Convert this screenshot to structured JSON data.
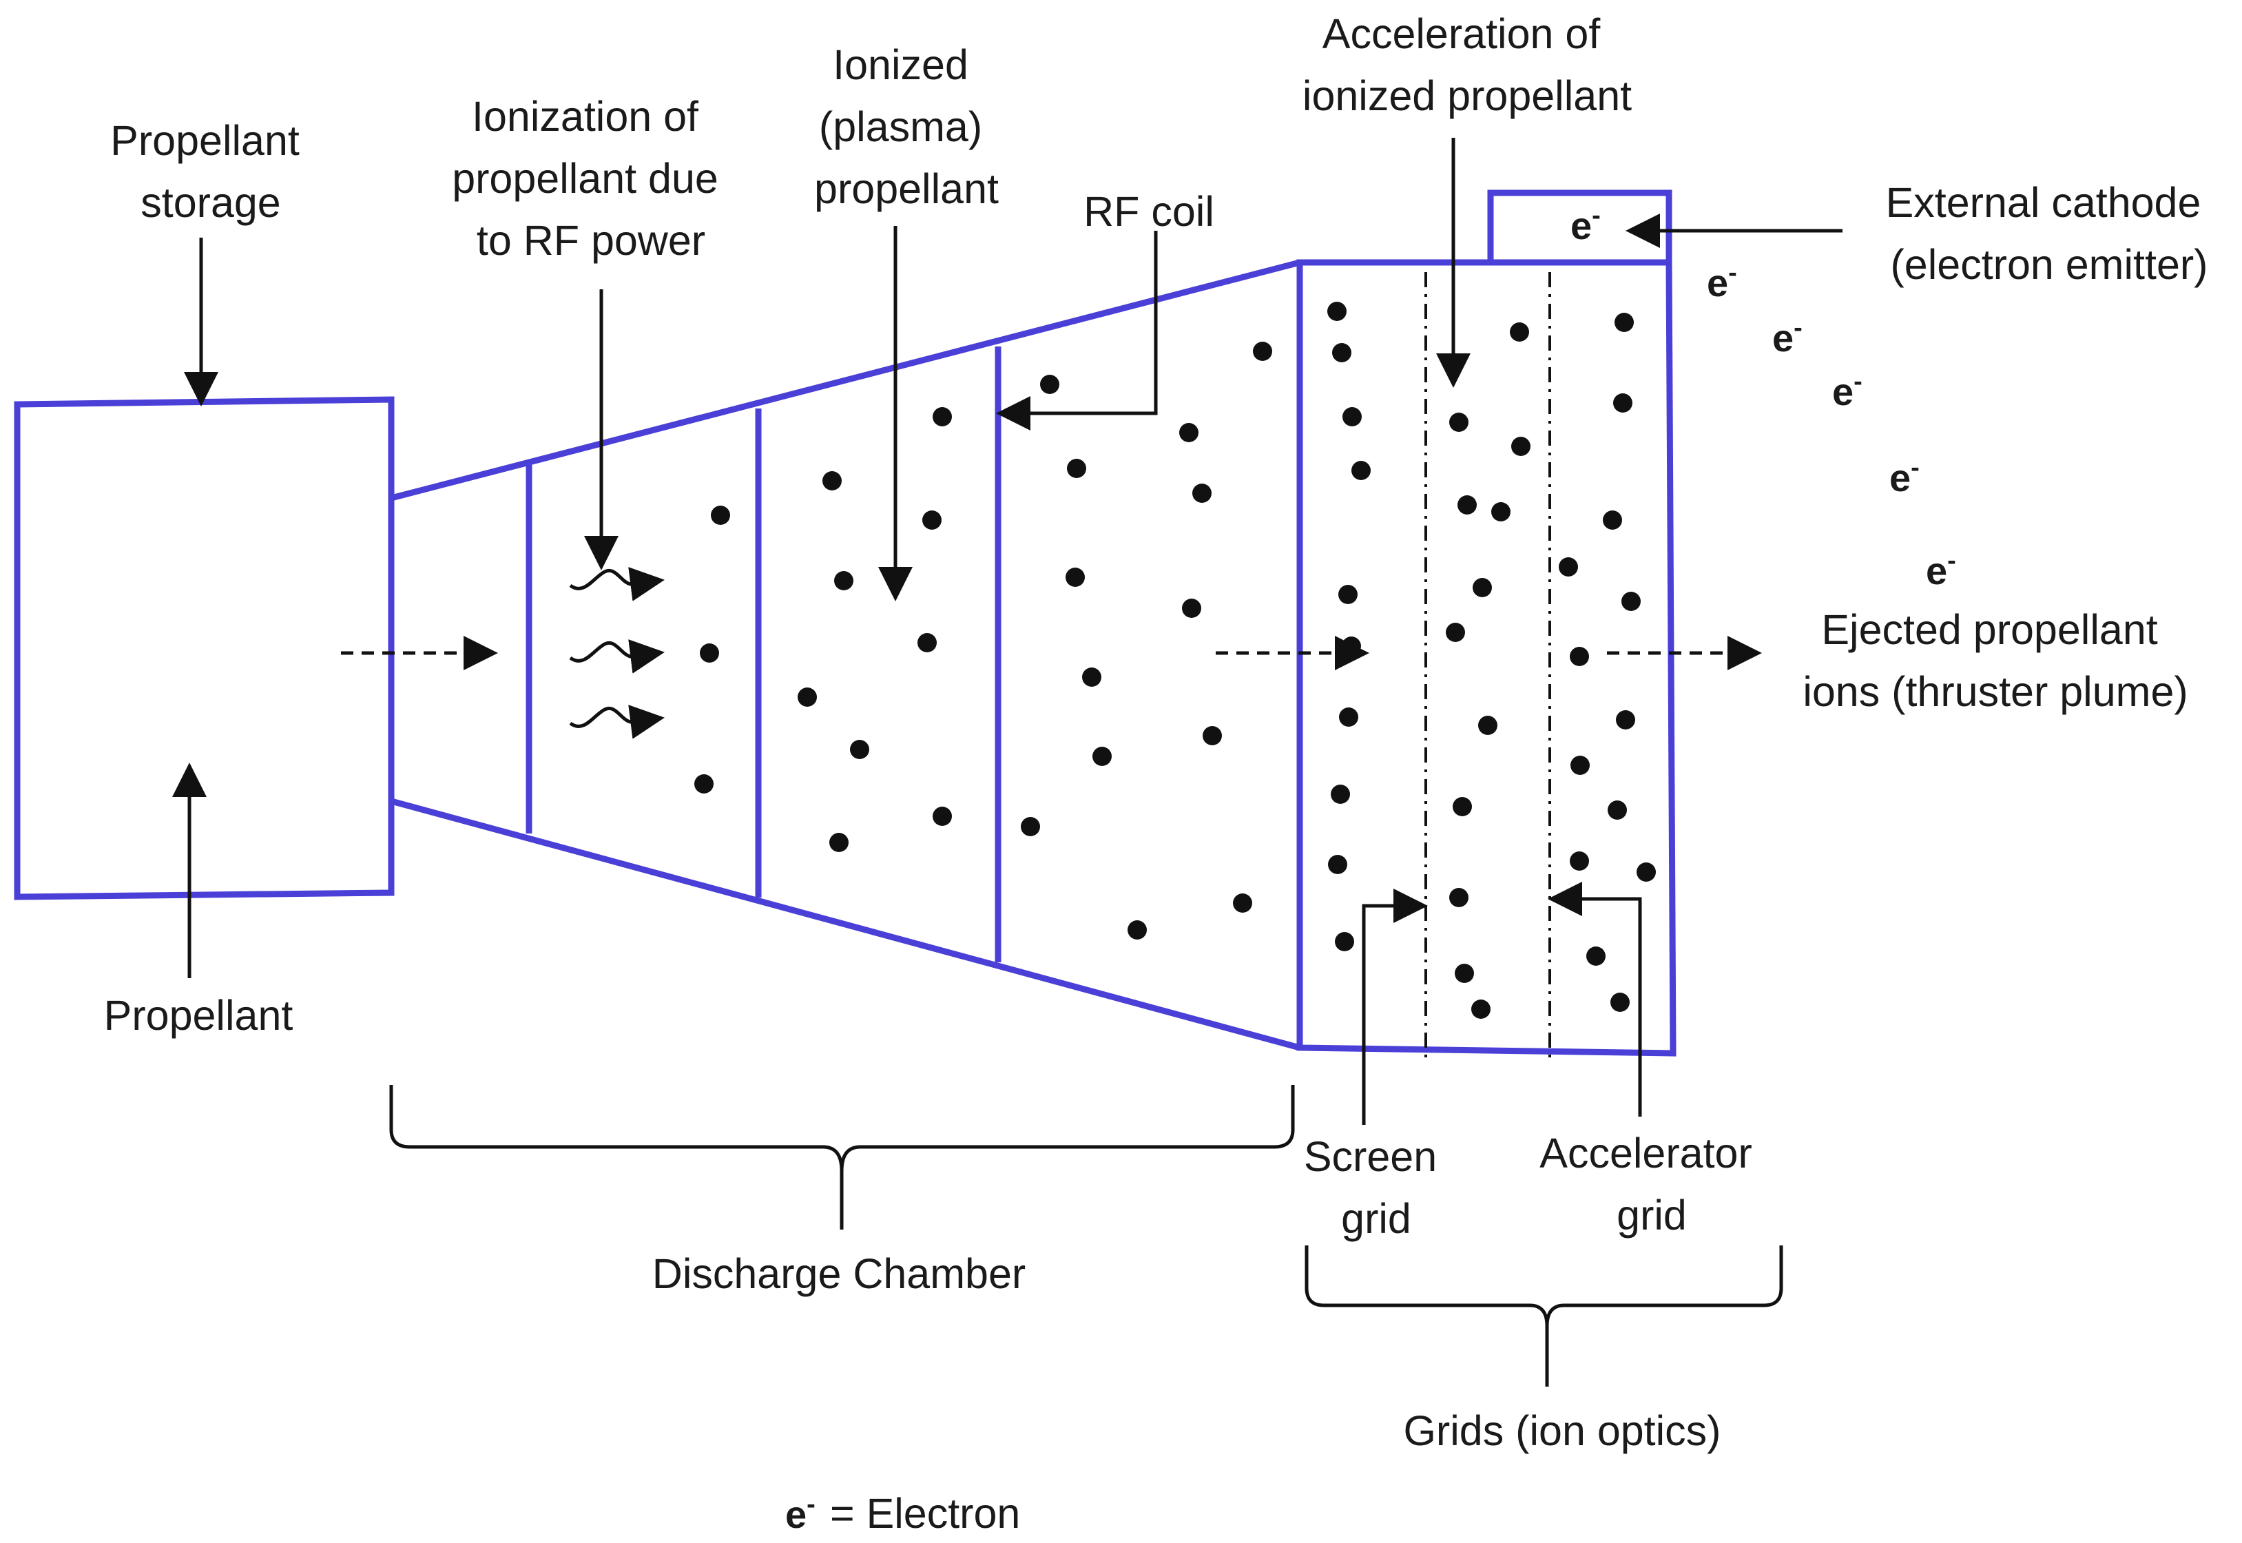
{
  "colors": {
    "outline": "#4a3fd6",
    "ink": "#111111",
    "background": "#ffffff"
  },
  "labels": {
    "propellant_storage": [
      "Propellant",
      "storage"
    ],
    "propellant": "Propellant",
    "ionization": [
      "Ionization of",
      "propellant due",
      "to RF power"
    ],
    "ionized_plasma": [
      "Ionized",
      "(plasma)",
      "propellant"
    ],
    "rf_coil": "RF coil",
    "acceleration": [
      "Acceleration of",
      "ionized propellant"
    ],
    "external_cathode": [
      "External cathode",
      "(electron emitter)"
    ],
    "ejected": [
      "Ejected propellant",
      "ions (thruster plume)"
    ],
    "screen_grid": [
      "Screen",
      "grid"
    ],
    "accelerator_grid": [
      "Accelerator",
      "grid"
    ],
    "discharge_chamber": "Discharge Chamber",
    "grids": "Grids (ion optics)",
    "legend_equals": "= Electron"
  },
  "electron": {
    "base": "e",
    "sup": "-"
  }
}
